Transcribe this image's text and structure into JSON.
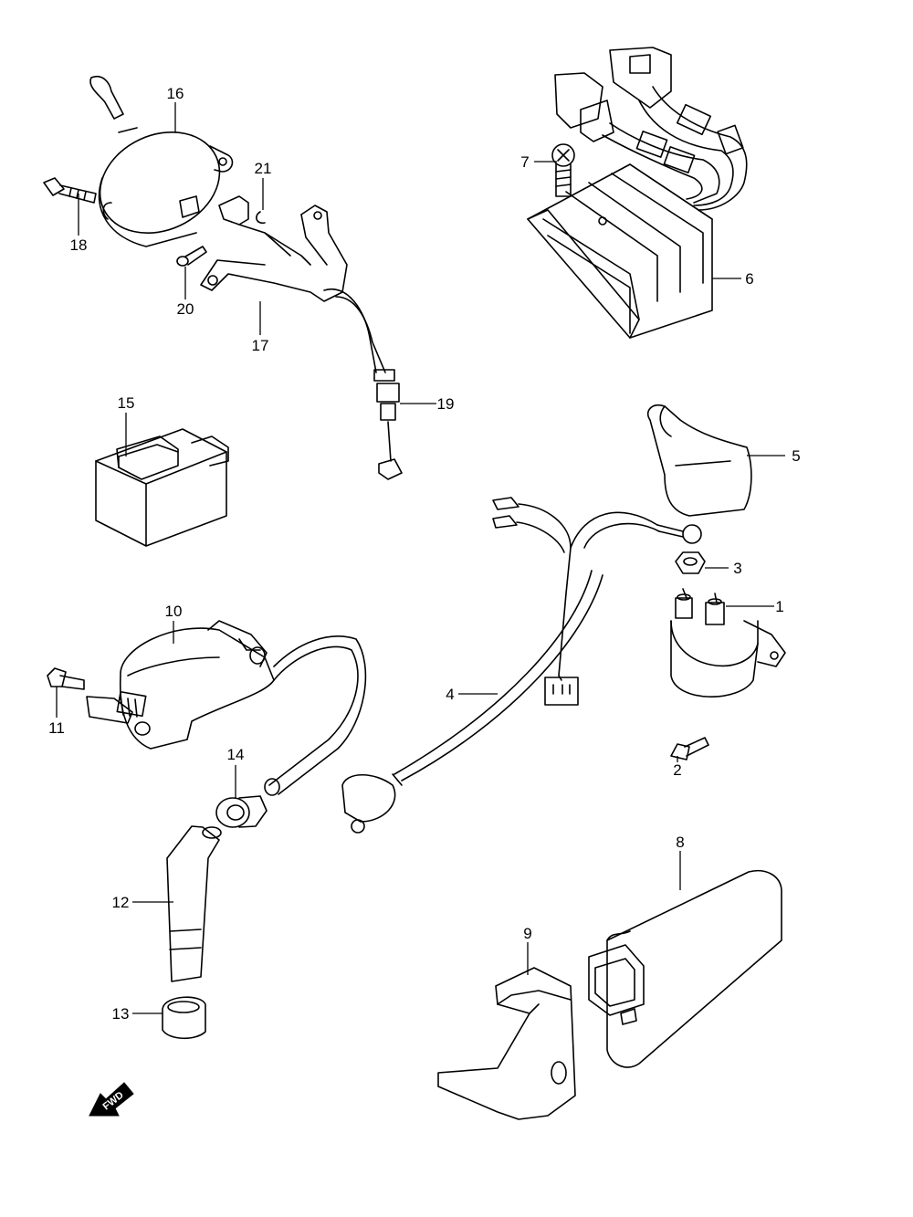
{
  "parts": [
    {
      "id": "part-1",
      "label": "1"
    },
    {
      "id": "part-2",
      "label": "2"
    },
    {
      "id": "part-3",
      "label": "3"
    },
    {
      "id": "part-4",
      "label": "4"
    },
    {
      "id": "part-5",
      "label": "5"
    },
    {
      "id": "part-6",
      "label": "6"
    },
    {
      "id": "part-7",
      "label": "7"
    },
    {
      "id": "part-8",
      "label": "8"
    },
    {
      "id": "part-9",
      "label": "9"
    },
    {
      "id": "part-10",
      "label": "10"
    },
    {
      "id": "part-11",
      "label": "11"
    },
    {
      "id": "part-12",
      "label": "12"
    },
    {
      "id": "part-13",
      "label": "13"
    },
    {
      "id": "part-14",
      "label": "14"
    },
    {
      "id": "part-15",
      "label": "15"
    },
    {
      "id": "part-16",
      "label": "16"
    },
    {
      "id": "part-17",
      "label": "17"
    },
    {
      "id": "part-18",
      "label": "18"
    },
    {
      "id": "part-19",
      "label": "19"
    },
    {
      "id": "part-20",
      "label": "20"
    },
    {
      "id": "part-21",
      "label": "21"
    }
  ],
  "direction_marker": {
    "text": "FWD",
    "icon": "forward-arrow-icon"
  }
}
